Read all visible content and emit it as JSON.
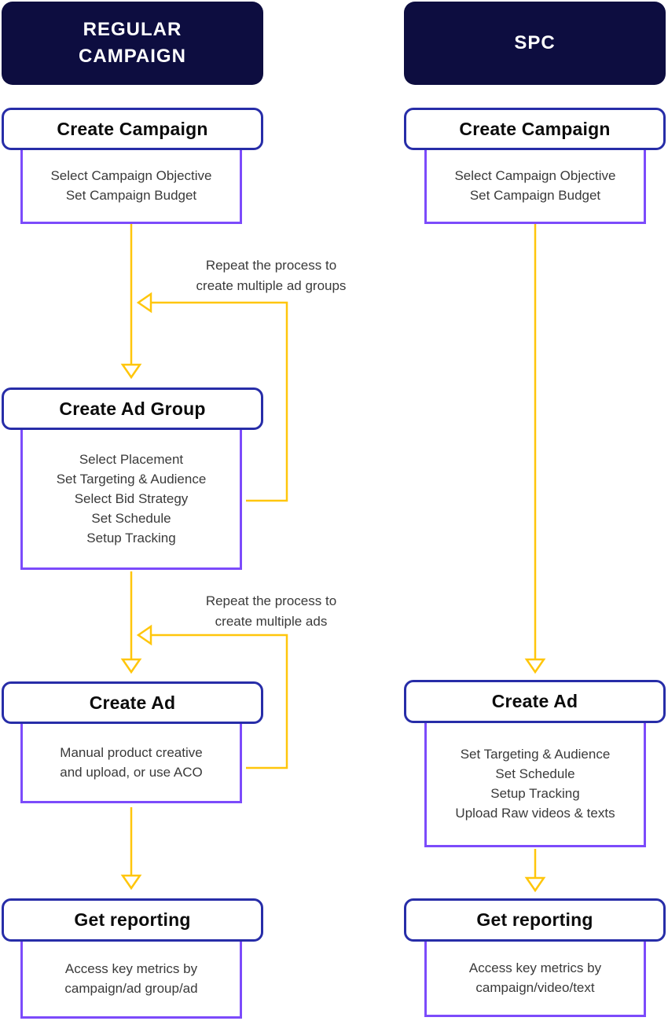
{
  "colors": {
    "header_bg": "#0d0d40",
    "title_border": "#272da8",
    "detail_border": "#7c4bfb",
    "arrow": "#ffc60b",
    "body_text": "#3a3a3a"
  },
  "left_column": {
    "header": "REGULAR CAMPAIGN",
    "create_campaign": {
      "title": "Create Campaign",
      "details": [
        "Select Campaign Objective",
        "Set Campaign Budget"
      ]
    },
    "loop_ad_groups": {
      "line1": "Repeat the process to",
      "line2": "create multiple ad groups"
    },
    "create_ad_group": {
      "title": "Create Ad Group",
      "details": [
        "Select Placement",
        "Set Targeting & Audience",
        "Select Bid Strategy",
        "Set Schedule",
        "Setup Tracking"
      ]
    },
    "loop_ads": {
      "line1": "Repeat the process to",
      "line2": "create multiple ads"
    },
    "create_ad": {
      "title": "Create Ad",
      "details": [
        "Manual product creative",
        "and upload, or use ACO"
      ]
    },
    "get_reporting": {
      "title": "Get reporting",
      "details": [
        "Access key metrics by",
        "campaign/ad group/ad"
      ]
    }
  },
  "right_column": {
    "header": "SPC",
    "create_campaign": {
      "title": "Create Campaign",
      "details": [
        "Select Campaign Objective",
        "Set Campaign Budget"
      ]
    },
    "create_ad": {
      "title": "Create Ad",
      "details": [
        "Set Targeting & Audience",
        "Set Schedule",
        "Setup Tracking",
        "Upload Raw videos & texts"
      ]
    },
    "get_reporting": {
      "title": "Get reporting",
      "details": [
        "Access key metrics by",
        "campaign/video/text"
      ]
    }
  }
}
